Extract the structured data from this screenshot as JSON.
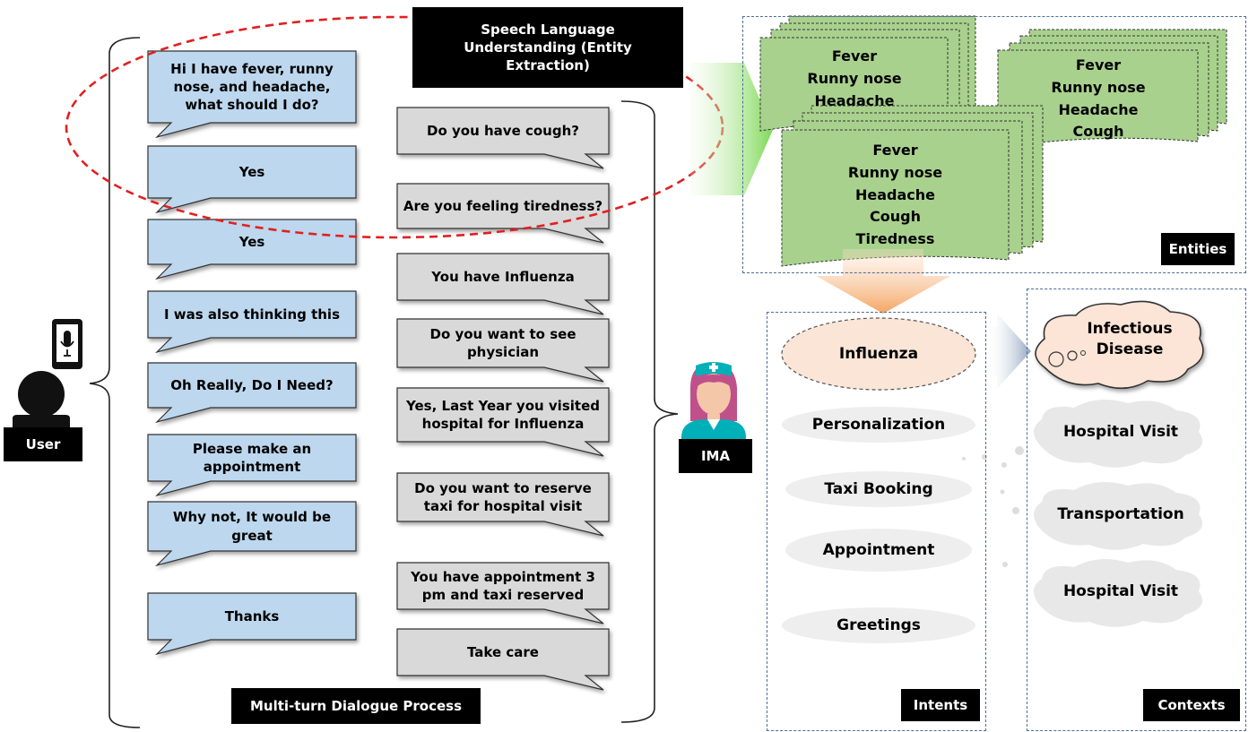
{
  "title_box": "Speech Language Understanding (Entity Extraction)",
  "dialogue_caption": "Multi-turn Dialogue Process",
  "user_label": "User",
  "agent_label": "IMA",
  "user_messages": [
    "Hi I have fever, runny nose, and headache, what should I do?",
    "Yes",
    "Yes",
    "I was also thinking this",
    "Oh Really, Do I Need?",
    "Please make an appointment",
    "Why not, It would be great",
    "Thanks"
  ],
  "agent_messages": [
    "Do you have cough?",
    "Are you feeling tiredness?",
    "You have Influenza",
    "Do you want to see physician",
    "Yes, Last Year you visited hospital for Influenza",
    "Do you want to reserve taxi for hospital visit",
    "You have appointment 3 pm and taxi reserved",
    "Take care"
  ],
  "entities": {
    "label": "Entities",
    "stacks": [
      "Fever\nRunny nose\nHeadache",
      "Fever\nRunny nose\nHeadache\nCough",
      "Fever\nRunny nose\nHeadache\nCough\nTiredness"
    ]
  },
  "intents": {
    "label": "Intents",
    "items": [
      "Influenza",
      "Personalization",
      "Taxi Booking",
      "Appointment",
      "Greetings"
    ]
  },
  "contexts": {
    "label": "Contexts",
    "items": [
      "Infectious Disease",
      "Hospital Visit",
      "Transportation",
      "Hospital Visit"
    ]
  },
  "colors": {
    "user_bubble": "#bdd7ee",
    "agent_bubble": "#d9d9d9",
    "entity_doc": "#a9d18e",
    "intent_highlight": "#fbe5d6",
    "intent_oval": "#eeeeee",
    "context_cloud": "#fce4d6",
    "context_plain": "#e8e8e8",
    "dashed_red": "#e02020",
    "nurse_teal": "#00b0b8",
    "nurse_pink": "#c0508a"
  }
}
